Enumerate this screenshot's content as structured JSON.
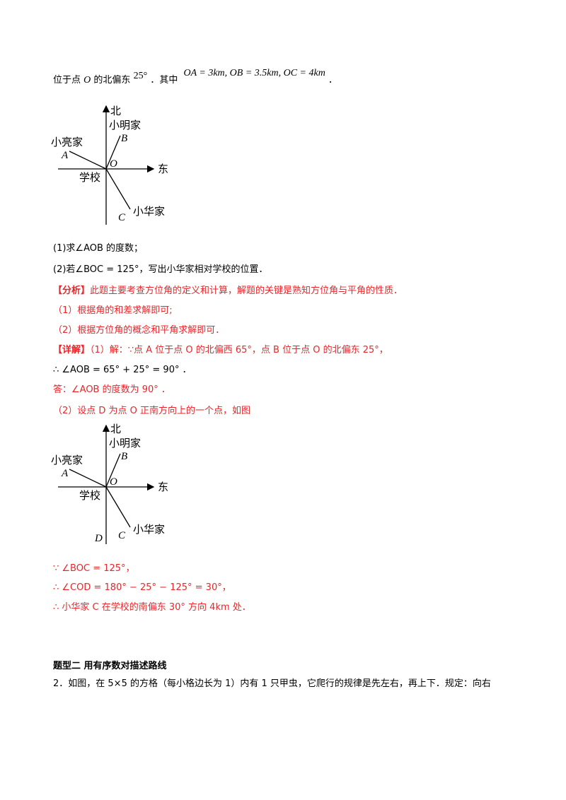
{
  "intro": {
    "prefix": "位于点",
    "point": "O",
    "mid": "的北偏东",
    "angle": "25°",
    "suffix": "．其中",
    "distances": "OA = 3km, OB = 3.5km, OC = 4km",
    "end": "．"
  },
  "figure1": {
    "north": "北",
    "east": "东",
    "xiaoming": "小明家",
    "xiaoliang": "小亮家",
    "xiaohua": "小华家",
    "school": "学校",
    "A": "A",
    "B": "B",
    "C": "C",
    "O": "O"
  },
  "q1": {
    "text": "(1)求∠AOB 的度数；"
  },
  "q2": {
    "text": "(2)若∠BOC = 125°，写出小华家相对学校的位置．"
  },
  "analysis": {
    "tag": "【分析】",
    "text": "此题主要考查方位角的定义和计算，解题的关键是熟知方位角与平角的性质．",
    "step1": "（1）根据角的和差求解即可;",
    "step2": "（2）根据方位角的概念和平角求解即可．"
  },
  "detail": {
    "tag": "【详解】",
    "text": "（1）解：∵点 A 位于点 O 的北偏西 65°，点 B 位于点 O 的北偏东 25°，",
    "eq1": "∴ ∠AOB = 65° + 25° = 90° ．",
    "answer": "答：∠AOB 的度数为 90° ．",
    "step2": "（2）设点 D 为点 O 正南方向上的一个点，如图"
  },
  "figure2": {
    "north": "北",
    "east": "东",
    "xiaoming": "小明家",
    "xiaoliang": "小亮家",
    "xiaohua": "小华家",
    "school": "学校",
    "A": "A",
    "B": "B",
    "C": "C",
    "O": "O",
    "D": "D"
  },
  "solution2": {
    "because": "∵ ∠BOC = 125°，",
    "therefore": "∴ ∠COD = 180° − 25° − 125° = 30°，",
    "conclusion": "∴ 小华家 C 在学校的南偏东 30° 方向 4km 处．"
  },
  "section2": {
    "title": "题型二  用有序数对描述路线",
    "problem": "2．如图，在 5×5 的方格（每小格边长为 1）内有 1 只甲虫，它爬行的规律是先左右，再上下．规定：向右"
  }
}
